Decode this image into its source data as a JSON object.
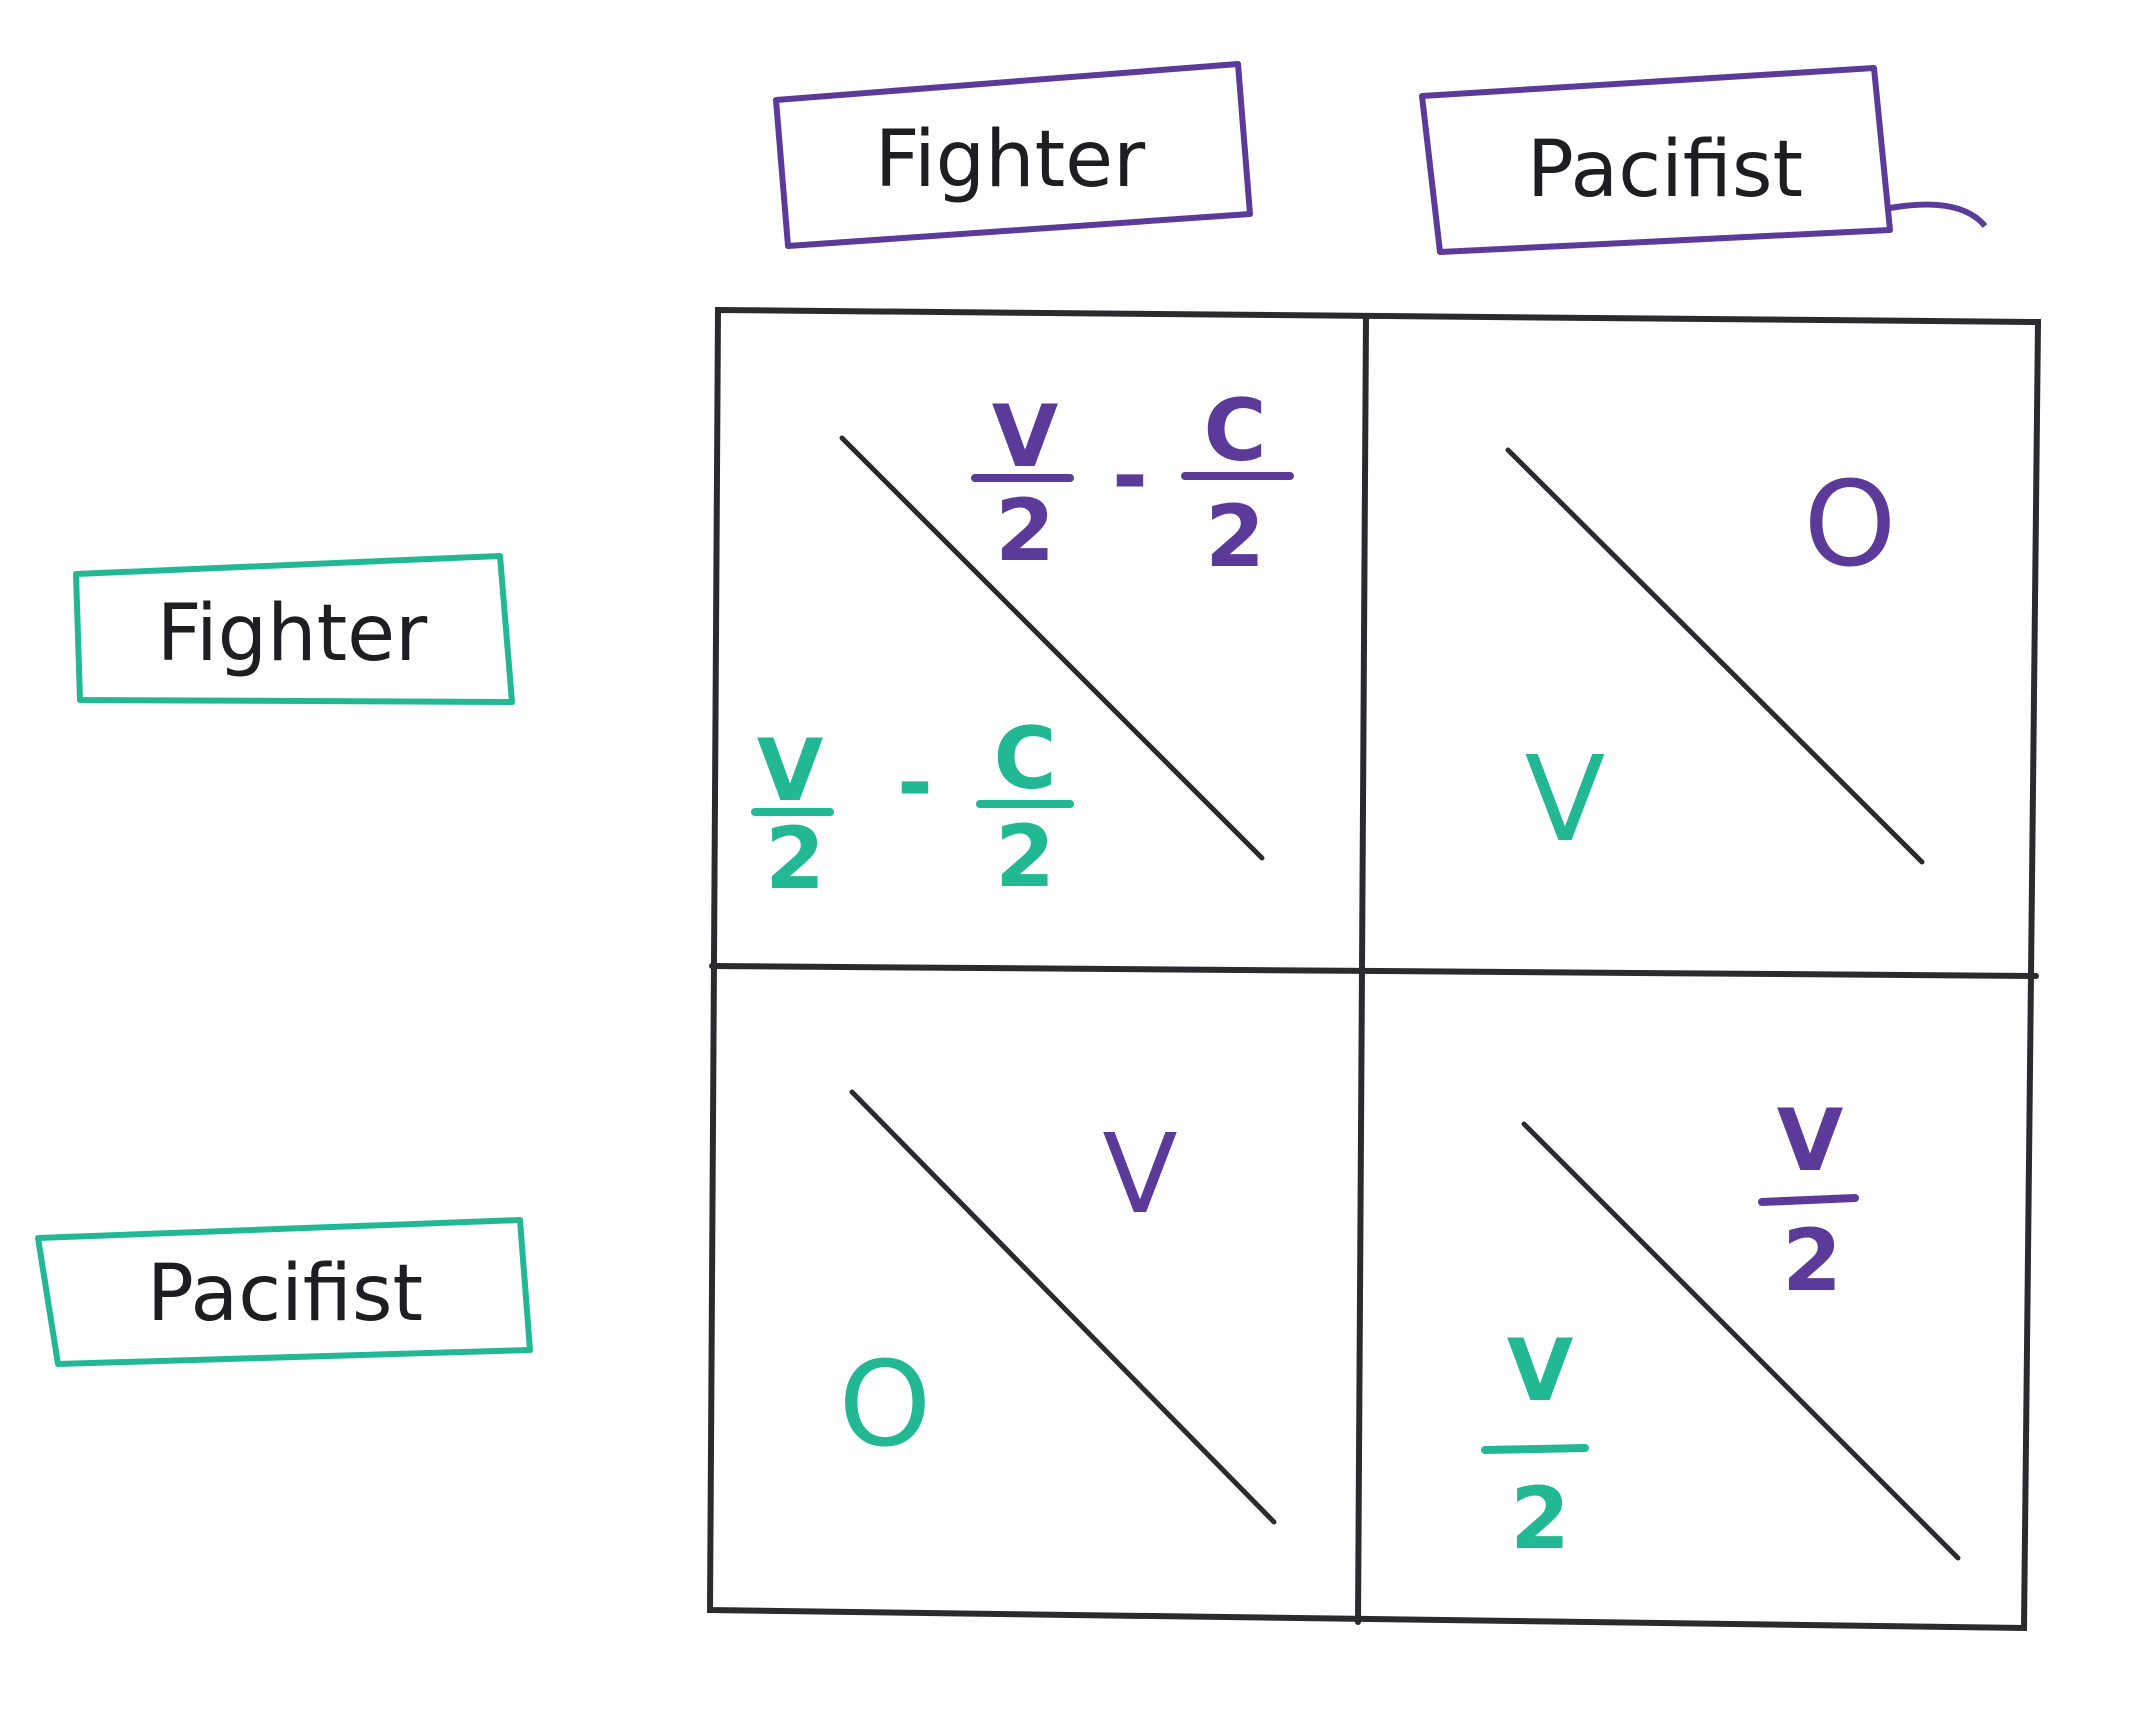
{
  "column_player": {
    "color": "#5b3a99",
    "strategies": [
      "Fighter",
      "Pacifist"
    ]
  },
  "row_player": {
    "color": "#22b894",
    "strategies": [
      "Fighter",
      "Pacifist"
    ]
  },
  "matrix": {
    "fighter_fighter": {
      "column_payoff": {
        "v_num": "V",
        "v_den": "2",
        "minus": "-",
        "c_num": "C",
        "c_den": "2"
      },
      "row_payoff": {
        "v_num": "V",
        "v_den": "2",
        "minus": "-",
        "c_num": "C",
        "c_den": "2"
      }
    },
    "fighter_pacifist": {
      "column_payoff": "O",
      "row_payoff": "V"
    },
    "pacifist_fighter": {
      "column_payoff": "V",
      "row_payoff": "O"
    },
    "pacifist_pacifist": {
      "column_payoff": {
        "num": "V",
        "den": "2"
      },
      "row_payoff": {
        "num": "V",
        "den": "2"
      }
    }
  }
}
